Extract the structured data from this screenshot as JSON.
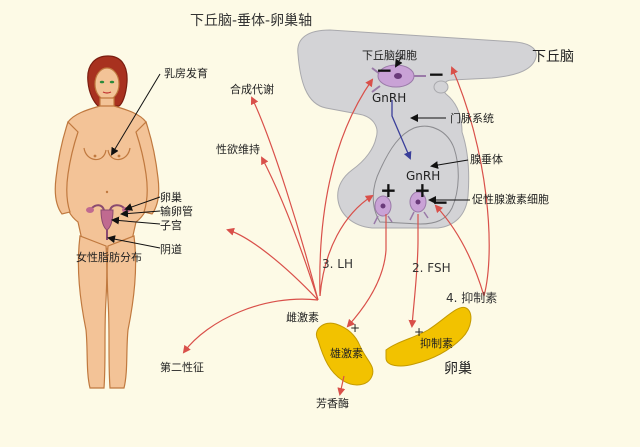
{
  "title": "下丘脑-垂体-卵巢轴",
  "labels": {
    "breast": "乳房发育",
    "metabolism": "合成代谢",
    "libido": "性欲维持",
    "ovary_small": "卵巢",
    "fallopian": "输卵管",
    "uterus": "子宫",
    "vagina": "阴道",
    "fat": "女性脂肪分布",
    "secondary_sex": "第二性征",
    "hypothalamus": "下丘脑",
    "hypo_cell": "下丘脑细胞",
    "gnrh_top": "GnRH",
    "portal": "门脉系统",
    "pituitary": "腺垂体",
    "gnrh_bottom": "GnRH",
    "gonadotroph": "促性腺激素细胞",
    "lh": "3. LH",
    "fsh": "2. FSH",
    "inhibin_num": "4. 抑制素",
    "estrogen": "雌激素",
    "androgen": "雄激素",
    "inhibin_ovary": "抑制素",
    "ovary_big": "卵巢",
    "aromatase": "芳香酶"
  },
  "signs": {
    "minus": "−",
    "plus": "+"
  },
  "colors": {
    "background": "#fdfae6",
    "skin": "#f3c397",
    "skin_outline": "#c0793f",
    "hair": "#a8311f",
    "brain": "#d3d3d6",
    "cell": "#c9a2d6",
    "ovary": "#f2c200",
    "arrow_red": "#d9504a",
    "arrow_blue": "#3a3f9a"
  }
}
